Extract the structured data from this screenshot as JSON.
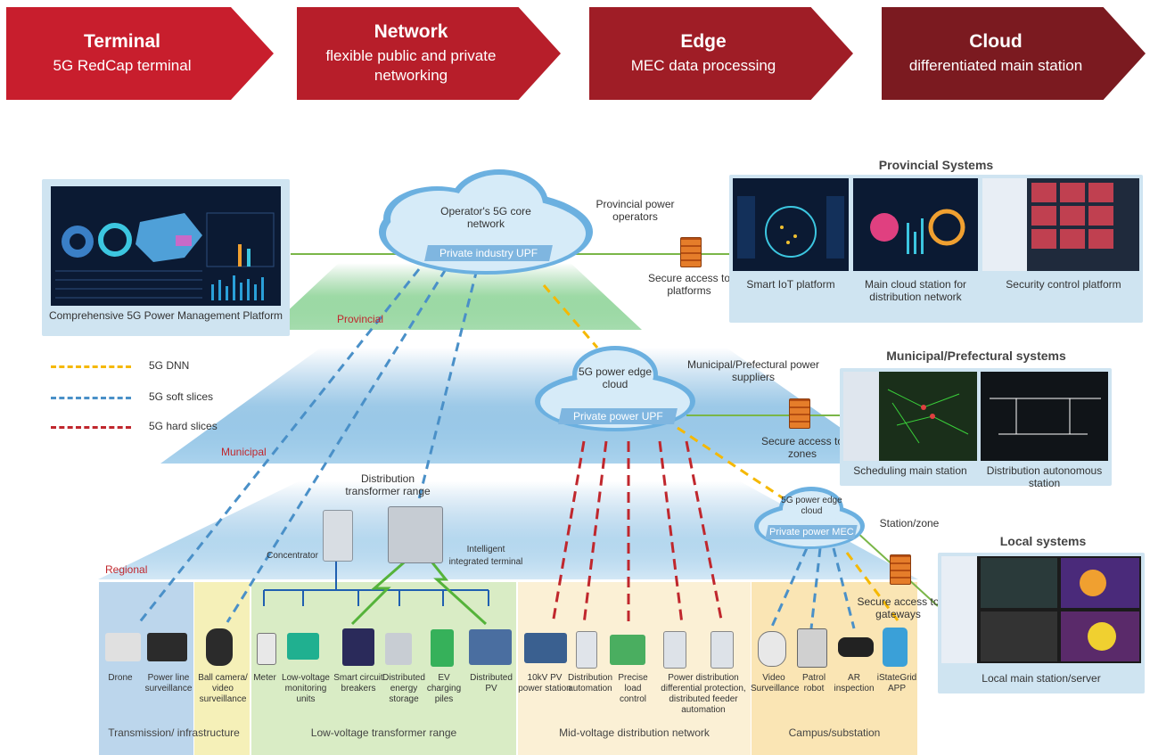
{
  "header": [
    {
      "title": "Terminal",
      "subtitle": "5G RedCap terminal"
    },
    {
      "title": "Network",
      "subtitle": "flexible public and private networking"
    },
    {
      "title": "Edge",
      "subtitle": "MEC data processing"
    },
    {
      "title": "Cloud",
      "subtitle": "differentiated main station"
    }
  ],
  "platform": {
    "label": "Comprehensive 5G Power Management Platform"
  },
  "core": {
    "cloud_label": "Operator's 5G core network",
    "upf": "Private industry UPF",
    "operators": "Provincial power operators"
  },
  "secure": {
    "platforms": "Secure access to platforms",
    "zones": "Secure access to zones",
    "gateways": "Secure access to gateways"
  },
  "provincial": {
    "title": "Provincial Systems",
    "items": [
      "Smart IoT platform",
      "Main cloud station for distribution network",
      "Security control platform"
    ]
  },
  "municipal": {
    "title": "Municipal/Prefectural systems",
    "items": [
      "Scheduling main station",
      "Distribution autonomous station"
    ]
  },
  "local": {
    "title": "Local systems",
    "server": "Local main station/server"
  },
  "edge_cloud": {
    "label": "5G power edge cloud",
    "upf": "Private power UPF",
    "suppliers": "Municipal/Prefectural power suppliers"
  },
  "mec": {
    "label": "5G power edge cloud",
    "upf": "Private power MEC",
    "zone": "Station/zone"
  },
  "levels": {
    "provincial": "Provincial",
    "municipal": "Municipal",
    "regional": "Regional"
  },
  "legend": [
    {
      "label": "5G DNN",
      "color": "#f5b800"
    },
    {
      "label": "5G soft slices",
      "color": "#4a90c8"
    },
    {
      "label": "5G hard slices",
      "color": "#c0272d"
    }
  ],
  "distribution": {
    "range": "Distribution transformer range",
    "concentrator": "Concentrator",
    "terminal": "Intelligent integrated terminal"
  },
  "devices": {
    "transmission": [
      "Drone",
      "Power line surveillance"
    ],
    "ball": [
      "Ball camera/ video surveillance"
    ],
    "low_voltage": [
      "Meter",
      "Low-voltage monitoring units",
      "Smart circuit breakers",
      "Distributed energy storage",
      "EV charging piles",
      "Distributed PV"
    ],
    "mid_voltage": [
      "10kV PV power station",
      "Distribution automation",
      "Precise load control",
      "Power distribution differential protection, distributed feeder automation"
    ],
    "campus": [
      "Video Surveillance",
      "Patrol robot",
      "AR inspection",
      "iStateGrid APP"
    ]
  },
  "categories": [
    "Transmission/ infrastructure",
    "Low-voltage transformer range",
    "Mid-voltage distribution network",
    "Campus/substation"
  ]
}
